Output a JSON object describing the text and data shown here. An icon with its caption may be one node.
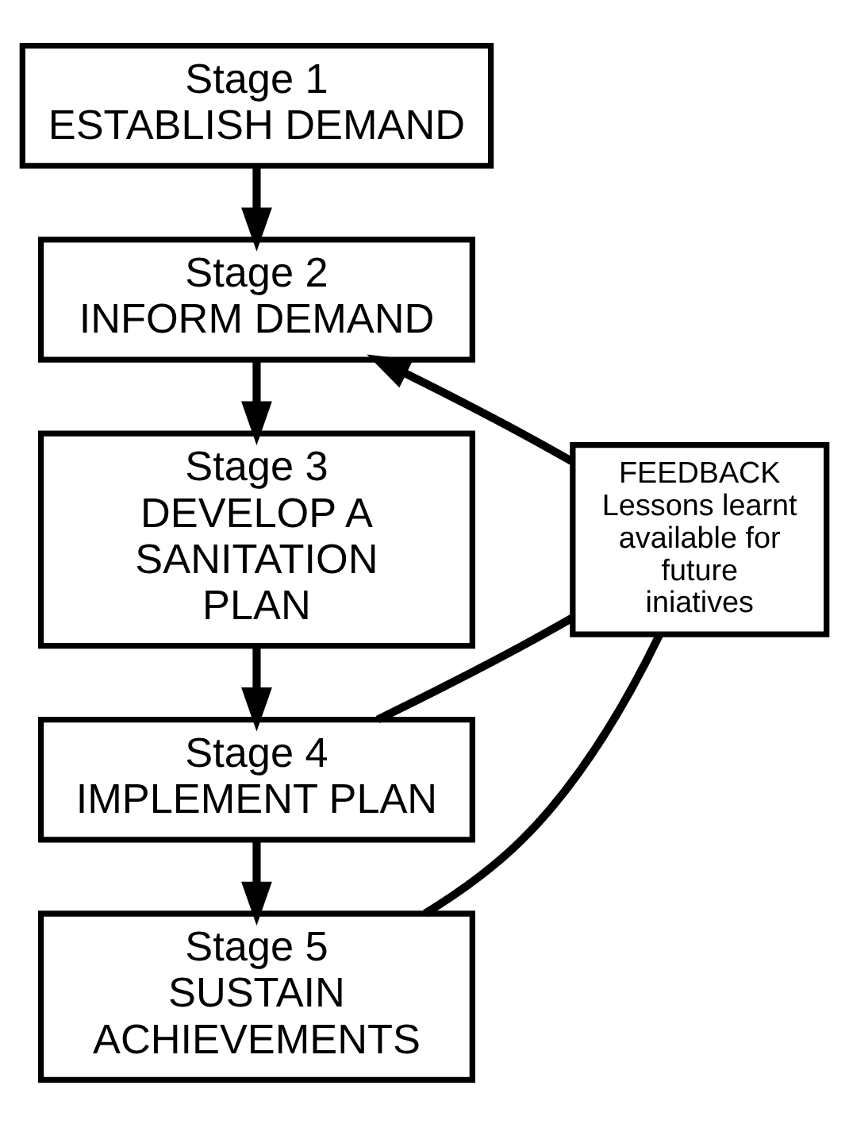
{
  "diagram": {
    "nodes": [
      {
        "text": [
          "Stage 1",
          "ESTABLISH DEMAND"
        ]
      },
      {
        "text": [
          "Stage 2",
          "INFORM DEMAND"
        ]
      },
      {
        "text": [
          "Stage 3",
          "DEVELOP A SANITATION PLAN"
        ]
      },
      {
        "text": [
          "Stage 4",
          "IMPLEMENT PLAN"
        ]
      },
      {
        "text": [
          "Stage 5",
          "SUSTAIN ACHIEVEMENTS"
        ]
      },
      {
        "text": [
          "FEEDBACK",
          "Lessons learnt available for future iniatives"
        ]
      }
    ],
    "edges": [
      {
        "from": 0,
        "to": 1,
        "arrow": "to"
      },
      {
        "from": 1,
        "to": 2,
        "arrow": "to"
      },
      {
        "from": 2,
        "to": 3,
        "arrow": "to"
      },
      {
        "from": 3,
        "to": 4,
        "arrow": "to"
      },
      {
        "from": 3,
        "to": 5,
        "arrow": "none"
      },
      {
        "from": 4,
        "to": 5,
        "arrow": "none"
      },
      {
        "from": 5,
        "to": 1,
        "arrow": "to"
      }
    ]
  }
}
